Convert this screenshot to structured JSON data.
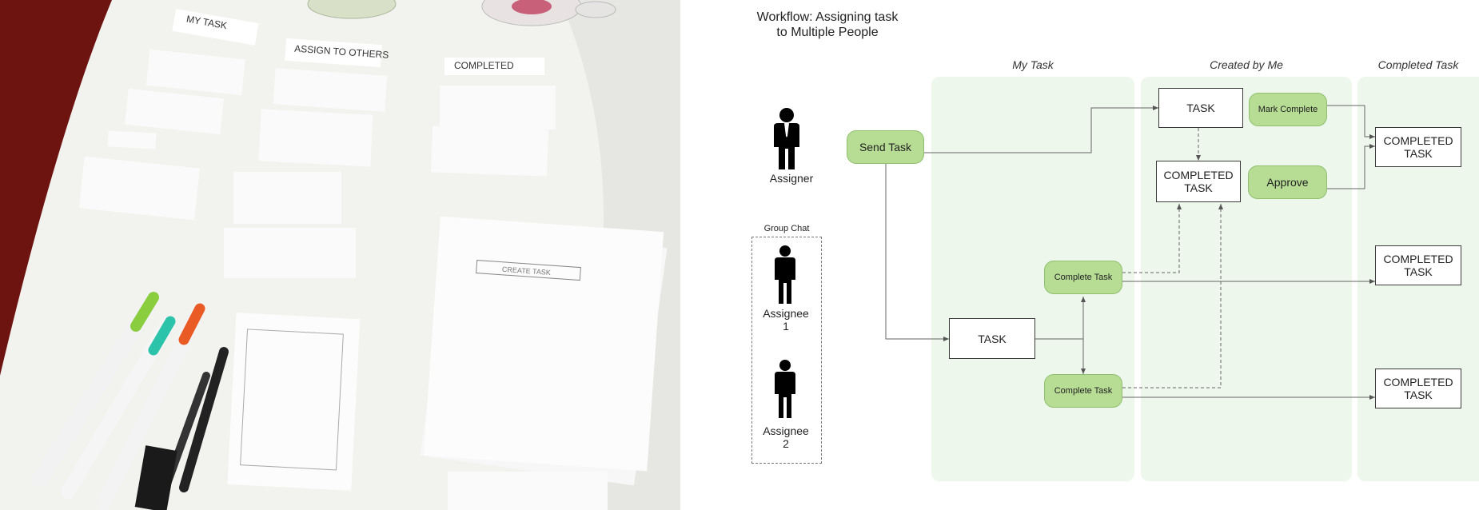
{
  "photo": {
    "sticky_headers": [
      "MY TASK",
      "ASSIGN TO OTHERS",
      "COMPLETED"
    ],
    "sketch_title": "CREATE TASK"
  },
  "diagram": {
    "title_line1": "Workflow: Assigning task",
    "title_line2": "to Multiple People",
    "lanes": [
      "My Task",
      "Created by Me",
      "Completed Task"
    ],
    "actors": {
      "assigner": "Assigner",
      "group_chat": "Group Chat",
      "assignee1_line1": "Assignee",
      "assignee1_line2": "1",
      "assignee2_line1": "Assignee",
      "assignee2_line2": "2"
    },
    "nodes": {
      "send_task": "Send Task",
      "task_created": "TASK",
      "mark_complete": "Mark Complete",
      "completed_created_line1": "COMPLETED",
      "completed_created_line2": "TASK",
      "approve": "Approve",
      "complete_task_1": "Complete Task",
      "complete_task_2": "Complete Task",
      "task_mine": "TASK",
      "completed_line1": "COMPLETED",
      "completed_line2": "TASK"
    },
    "colors": {
      "lane_bg": "#eef7ec",
      "pill_bg": "#b7dd95",
      "pill_border": "#8fbf6f",
      "photo_table": "#f3f3f1",
      "photo_bg": "#7a1410"
    }
  }
}
